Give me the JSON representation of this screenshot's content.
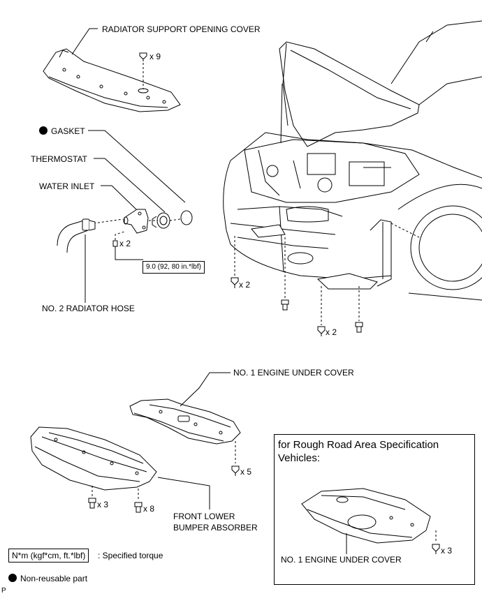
{
  "labels": {
    "radiator_support_cover": "RADIATOR SUPPORT OPENING COVER",
    "gasket": "GASKET",
    "thermostat": "THERMOSTAT",
    "water_inlet": "WATER INLET",
    "radiator_hose": "NO. 2 RADIATOR HOSE",
    "engine_under_cover": "NO. 1 ENGINE UNDER COVER",
    "front_lower_bumper_absorber_line1": "FRONT LOWER",
    "front_lower_bumper_absorber_line2": "BUMPER ABSORBER",
    "rough_road_title_line1": "for Rough Road Area Specification",
    "rough_road_title_line2": "Vehicles:",
    "rough_road_cover": "NO. 1 ENGINE UNDER COVER"
  },
  "quantities": {
    "cover_clips": "x 9",
    "inlet_bolts": "x 2",
    "car_left_clips": "x 2",
    "car_bottom_clips": "x 2",
    "under_cover_clips": "x 5",
    "absorber_clips_a": "x 3",
    "absorber_clips_b": "x 8",
    "rough_clips": "x 3"
  },
  "torque": "9.0 (92, 80 in.*lbf)",
  "legend": {
    "torque_unit": "N*m (kgf*cm, ft.*lbf)",
    "torque_desc": ": Specified torque",
    "non_reusable": "Non-reusable part"
  },
  "corner_mark": "P",
  "icons": [
    "non-reusable-dot-icon",
    "clip-icon",
    "bolt-icon"
  ]
}
